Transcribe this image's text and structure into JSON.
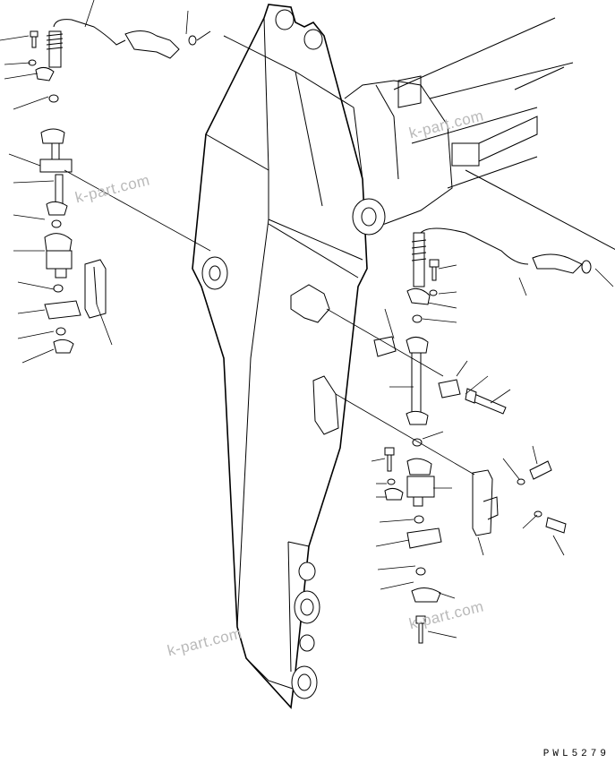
{
  "watermarks": [
    "k-part.com",
    "k-part.com",
    "k-part.com",
    "k-part.com"
  ],
  "drawing_code": "PWL5279"
}
